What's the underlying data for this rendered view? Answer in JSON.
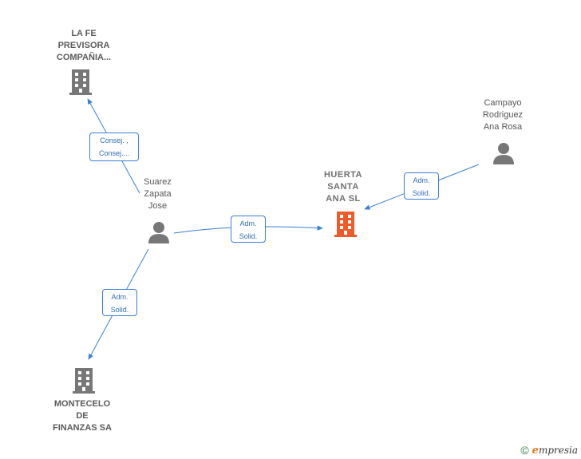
{
  "diagram": {
    "colors": {
      "edge": "#3a7fd5",
      "icon_default": "#777777",
      "icon_focus": "#f05a28"
    },
    "nodes": [
      {
        "id": "la-fe",
        "type": "company",
        "label": "LA FE\nPREVISORA\nCOMPAÑIA..."
      },
      {
        "id": "suarez",
        "type": "person",
        "label": "Suarez\nZapata\nJose"
      },
      {
        "id": "huerta",
        "type": "company-focus",
        "label": "HUERTA\nSANTA\nANA  SL"
      },
      {
        "id": "campayo",
        "type": "person",
        "label": "Campayo\nRodriguez\nAna Rosa"
      },
      {
        "id": "montecelo",
        "type": "company",
        "label": "MONTECELO\nDE\nFINANZAS SA"
      }
    ],
    "edges": [
      {
        "id": "suarez-lafe",
        "label": "Consej. ,\nConsej...."
      },
      {
        "id": "suarez-huerta",
        "label": "Adm.\nSolid."
      },
      {
        "id": "campayo-huerta",
        "label": "Adm.\nSolid."
      },
      {
        "id": "suarez-montecelo",
        "label": "Adm.\nSolid."
      }
    ]
  },
  "footer": {
    "copyright_symbol": "©",
    "brand_initial": "e",
    "brand_rest": "mpresia"
  }
}
